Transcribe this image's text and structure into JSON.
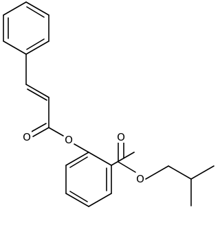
{
  "molecule": {
    "atoms": [
      {
        "id": "O_carbonyl_left",
        "label": "O"
      },
      {
        "id": "O_ester_left",
        "label": "O"
      },
      {
        "id": "O_carbonyl_right",
        "label": "O"
      },
      {
        "id": "O_ester_right",
        "label": "O"
      }
    ],
    "colors": {
      "bond": "#000000",
      "label": "#000000",
      "background": "#ffffff"
    }
  }
}
